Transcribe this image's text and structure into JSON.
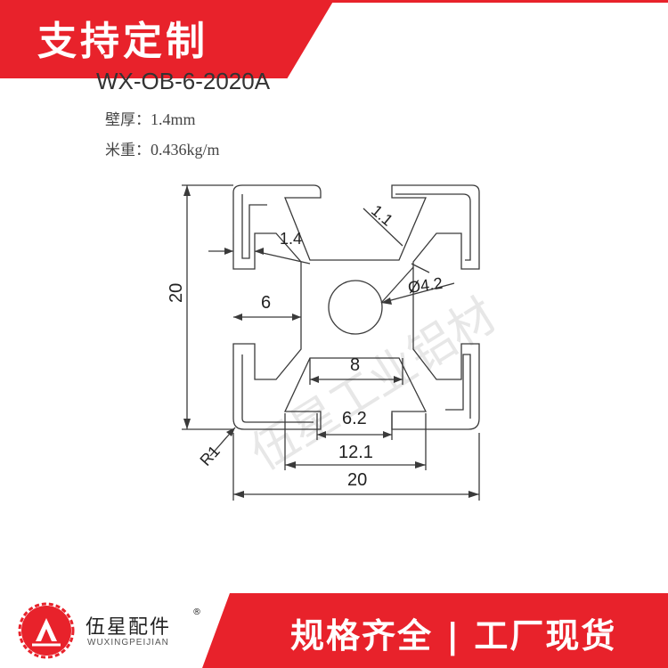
{
  "banner": {
    "title": "支持定制"
  },
  "product": {
    "model": "WX-OB-6-2020A",
    "wall_label": "壁厚：",
    "wall_value": "1.4mm",
    "weight_label": "米重：",
    "weight_value": "0.436kg/m"
  },
  "drawing": {
    "dims": {
      "height": "20",
      "width": "20",
      "slot_open": "6.2",
      "slot_inner": "12.1",
      "core": "8",
      "groove": "6",
      "wall": "1.4",
      "rib": "1.1",
      "hole": "Ø4.2",
      "radius": "R1"
    },
    "watermark": "伍星工业铝材"
  },
  "footer": {
    "brand_cn": "伍星配件",
    "brand_reg": "®",
    "brand_en": "WUXINGPEIJIAN",
    "slogan": "规格齐全 | 工厂现货"
  },
  "colors": {
    "accent": "#e8222b",
    "line": "#3a3a3a"
  }
}
